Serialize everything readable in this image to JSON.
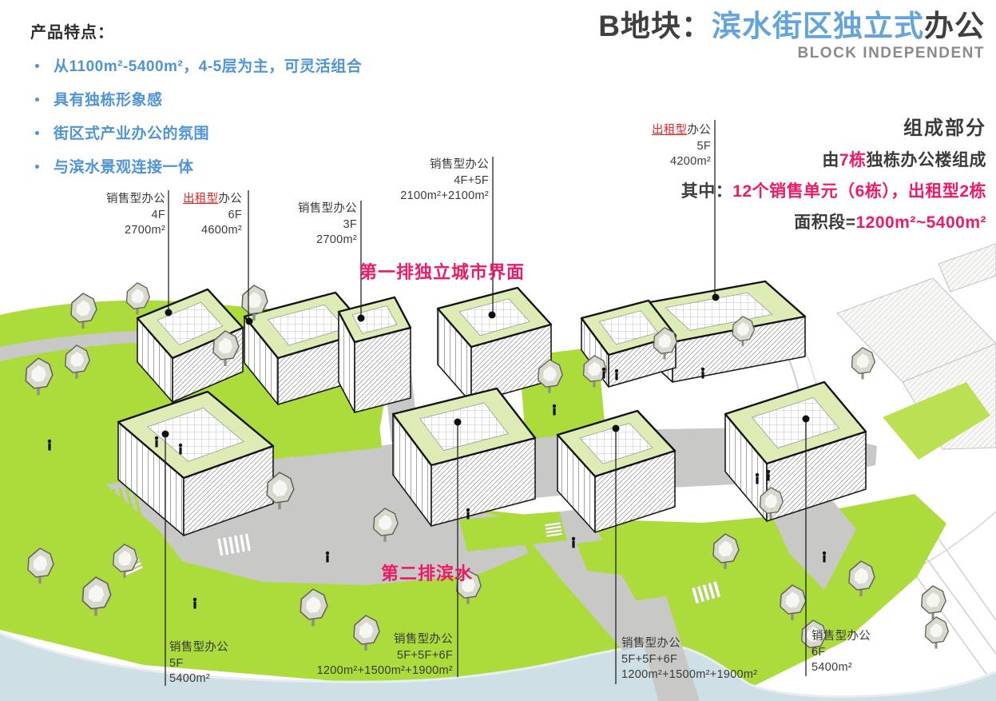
{
  "title": {
    "prefix": "B地块：",
    "highlight": "滨水街区独立式",
    "suffix": "办公",
    "subtitle": "BLOCK INDEPENDENT"
  },
  "features": {
    "heading": "产品特点：",
    "items": [
      "从1100m²-5400m²，4-5层为主，可灵活组合",
      "具有独栋形象感",
      "街区式产业办公的氛围",
      "与滨水景观连接一体"
    ]
  },
  "composition": {
    "heading": "组成部分",
    "line1": {
      "prefix": "由",
      "highlight": "7栋",
      "suffix": "独栋办公楼组成"
    },
    "line2": {
      "prefix": "其中：",
      "highlight": "12个销售单元（6栋），出租型2栋"
    },
    "line3": {
      "prefix": "面积段=",
      "highlight": "1200m²~5400m²"
    }
  },
  "annotations": {
    "first_row": "第一排独立城市界面",
    "second_row": "第二排滨水"
  },
  "building_labels": [
    {
      "red": "",
      "type": "销售型办公",
      "floors": "4F",
      "area": "2700m²"
    },
    {
      "red": "出租型",
      "type": "办公",
      "floors": "6F",
      "area": "4600m²"
    },
    {
      "red": "",
      "type": "销售型办公",
      "floors": "3F",
      "area": "2700m²"
    },
    {
      "red": "",
      "type": "销售型办公",
      "floors": "4F+5F",
      "area": "2100m²+2100m²"
    },
    {
      "red": "出租型",
      "type": "办公",
      "floors": "5F",
      "area": "4200m²"
    },
    {
      "red": "",
      "type": "销售型办公",
      "floors": "5F",
      "area": "5400m²"
    },
    {
      "red": "",
      "type": "销售型办公",
      "floors": "5F+5F+6F",
      "area": "1200m²+1500m²+1900m²"
    },
    {
      "red": "",
      "type": "销售型办公",
      "floors": "5F+5F+6F",
      "area": "1200m²+1500m²+1900m²"
    },
    {
      "red": "",
      "type": "销售型办公",
      "floors": "6F",
      "area": "5400m²"
    }
  ],
  "colors": {
    "accent_blue": "#4f94d6",
    "title_blue": "#64a4dc",
    "accent_pink": "#ed1b67",
    "rental_red": "#e02423",
    "text_dark": "#3b3b3b",
    "grass_green": "#abdc3b",
    "roof_green": "#dcecb4",
    "road_gray": "#c8c9c7",
    "water_blue": "#cfdfe6"
  }
}
